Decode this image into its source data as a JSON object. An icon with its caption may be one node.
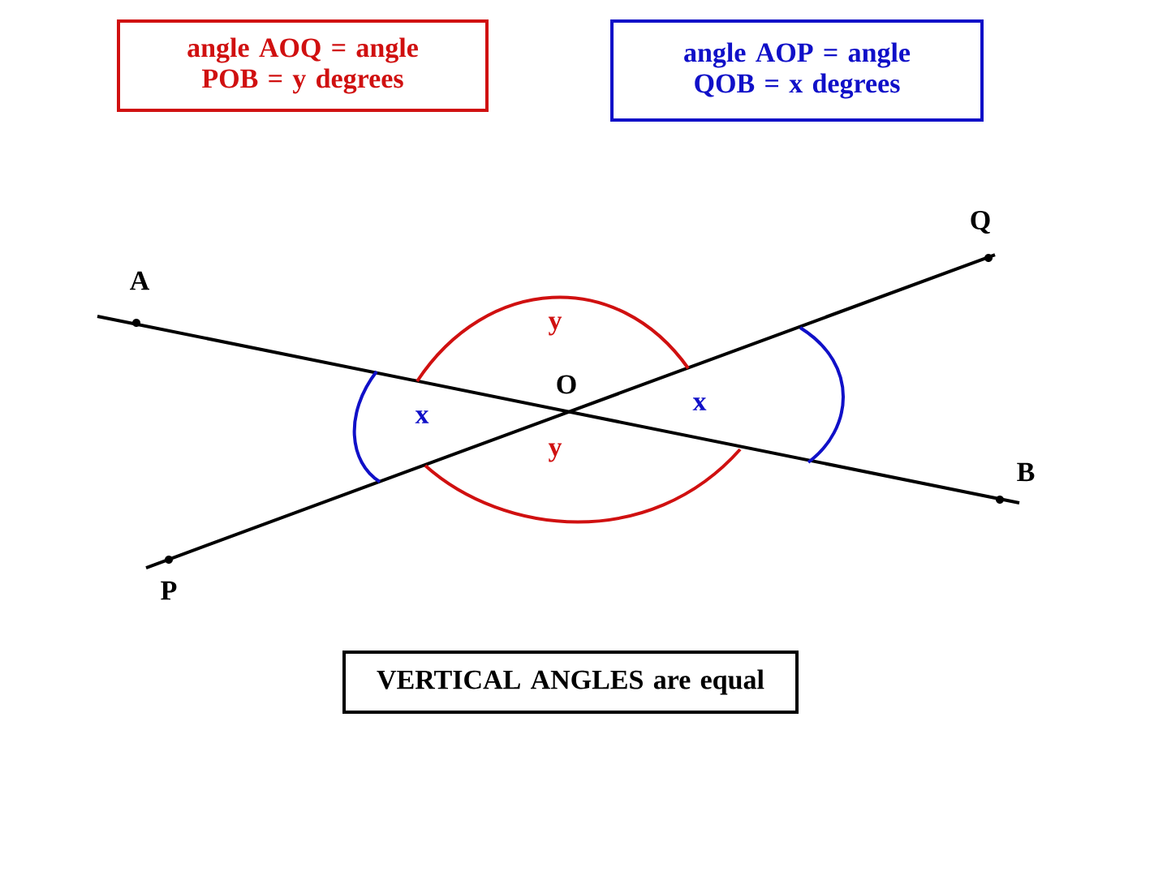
{
  "diagram": {
    "nodes": [
      {
        "text": [
          "angle AOQ = angle POB = y degrees"
        ]
      },
      {
        "text": [
          "angle AOP = angle QOB = x degrees"
        ]
      },
      {
        "text": [
          "VERTICAL ANGLES are equal"
        ]
      }
    ],
    "labels": [
      "Q",
      "A",
      "y",
      "O",
      "x",
      "x",
      "y",
      "B",
      "P"
    ]
  }
}
